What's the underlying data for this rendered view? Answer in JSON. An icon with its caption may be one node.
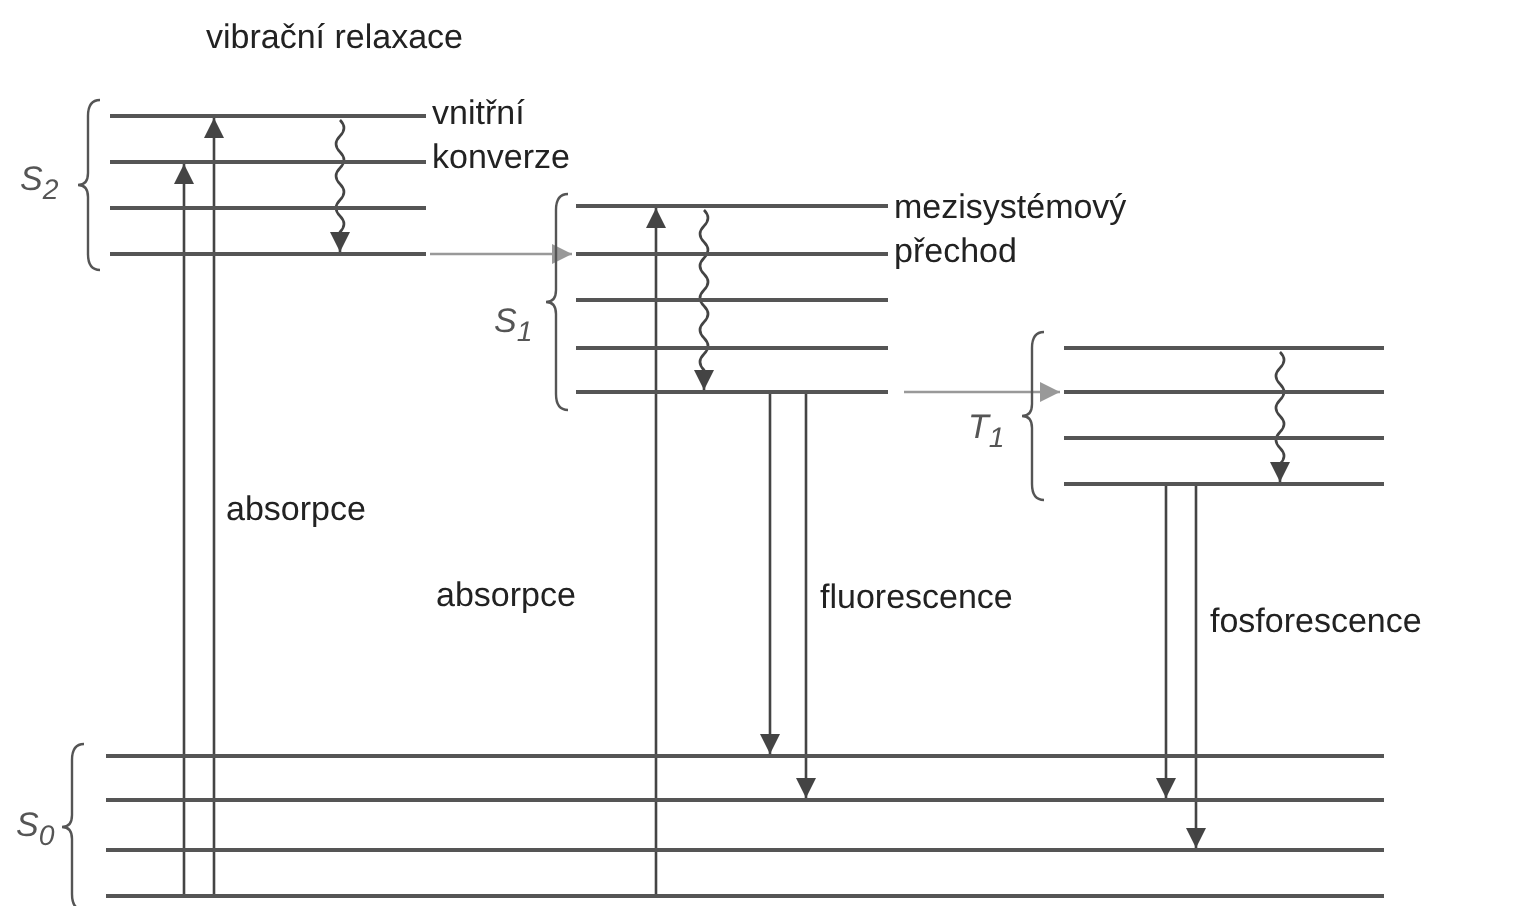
{
  "diagram": {
    "nodes": [
      {
        "text": [],
        "shape": "bar"
      },
      {
        "text": [],
        "shape": "bar"
      },
      {
        "text": [],
        "shape": "bar"
      },
      {
        "text": [],
        "shape": "bar"
      },
      {
        "text": [],
        "shape": "bar"
      },
      {
        "text": [],
        "shape": "bar"
      },
      {
        "text": [],
        "shape": "bar"
      },
      {
        "text": [],
        "shape": "bar"
      },
      {
        "text": [],
        "shape": "bar"
      },
      {
        "text": [],
        "shape": "bar"
      },
      {
        "text": [],
        "shape": "bar"
      },
      {
        "text": [],
        "shape": "bar"
      },
      {
        "text": [],
        "shape": "bar"
      },
      {
        "text": [],
        "shape": "bar"
      },
      {
        "text": [],
        "shape": "bar"
      },
      {
        "text": [],
        "shape": "bar"
      },
      {
        "text": [],
        "shape": "bar"
      }
    ],
    "edges": [
      {
        "from": 16,
        "to": 1,
        "arrow": "to"
      },
      {
        "from": 16,
        "to": 0,
        "arrow": "to",
        "label": "absorpce"
      },
      {
        "from": 16,
        "to": 4,
        "arrow": "to",
        "label": "absorpce"
      },
      {
        "from": 0,
        "to": 3,
        "arrow": "to"
      },
      {
        "from": 3,
        "to": 5,
        "arrow": "to",
        "label": "vnitřní konverze",
        "color": "#999999"
      },
      {
        "from": 4,
        "to": 8,
        "arrow": "to"
      },
      {
        "from": 8,
        "to": 10,
        "arrow": "to",
        "label": "mezisystémový přechod",
        "color": "#999999"
      },
      {
        "from": 9,
        "to": 12,
        "arrow": "to"
      },
      {
        "from": 8,
        "to": 13,
        "arrow": "to"
      },
      {
        "from": 8,
        "to": 14,
        "arrow": "to",
        "label": "fluorescence"
      },
      {
        "from": 12,
        "to": 14,
        "arrow": "to"
      },
      {
        "from": 12,
        "to": 15,
        "arrow": "to",
        "label": "fosforescence"
      }
    ],
    "labels": [
      "vibrační relaxace",
      "S$_{2}$",
      "S$_{1}$",
      "T$_{1}$",
      "S$_{0}$"
    ]
  }
}
